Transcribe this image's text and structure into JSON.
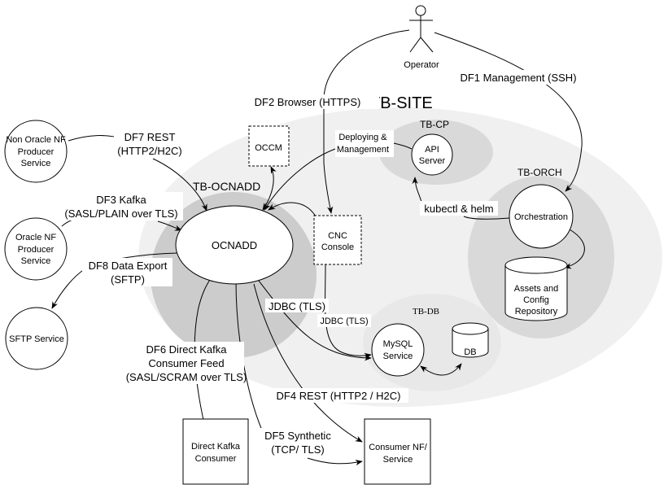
{
  "zones": {
    "site": {
      "label": "TB-SITE",
      "fill": "#f0f0f0"
    },
    "ocnadd": {
      "label": "TB-OCNADD",
      "fill": "#cccccc"
    },
    "cp": {
      "label": "TB-CP",
      "fill": "#d9d9d9"
    },
    "orch": {
      "label": "TB-ORCH",
      "fill": "#d9d9d9"
    },
    "db": {
      "label": "TB-DB",
      "fill": "#e8e8e8"
    }
  },
  "nodes": {
    "operator": "Operator",
    "non_oracle": [
      "Non Oracle NF",
      "Producer",
      "Service"
    ],
    "oracle": [
      "Oracle NF",
      "Producer",
      "Service"
    ],
    "sftp": "SFTP Service",
    "ocnadd": "OCNADD",
    "occm": "OCCM",
    "cnc": [
      "CNC",
      "Console"
    ],
    "api": [
      "API",
      "Server"
    ],
    "orchestration": "Orchestration",
    "repo": [
      "Assets and",
      "Config",
      "Repository"
    ],
    "mysql": [
      "MySQL",
      "Service"
    ],
    "dbstore": "DB",
    "direct_kafka": [
      "Direct Kafka",
      "Consumer"
    ],
    "consumer_nf": [
      "Consumer NF/",
      "Service"
    ]
  },
  "edges": {
    "df1": "DF1 Management (SSH)",
    "df2": "DF2 Browser (HTTPS)",
    "df7": [
      "DF7 REST",
      "(HTTP2/H2C)"
    ],
    "df3": [
      "DF3 Kafka",
      "(SASL/PLAIN over TLS)"
    ],
    "df8": [
      "DF8 Data Export",
      "(SFTP)"
    ],
    "df6": [
      "DF6 Direct Kafka",
      "Consumer Feed",
      "(SASL/SCRAM over TLS)"
    ],
    "df4": "DF4 REST (HTTP2 / H2C)",
    "df5": [
      "DF5 Synthetic",
      "(TCP/ TLS)"
    ],
    "deploy": [
      "Deploying &",
      "Management"
    ],
    "kubectl": "kubectl & helm",
    "jdbc1": "JDBC (TLS)",
    "jdbc2": "JDBC (TLS)"
  }
}
